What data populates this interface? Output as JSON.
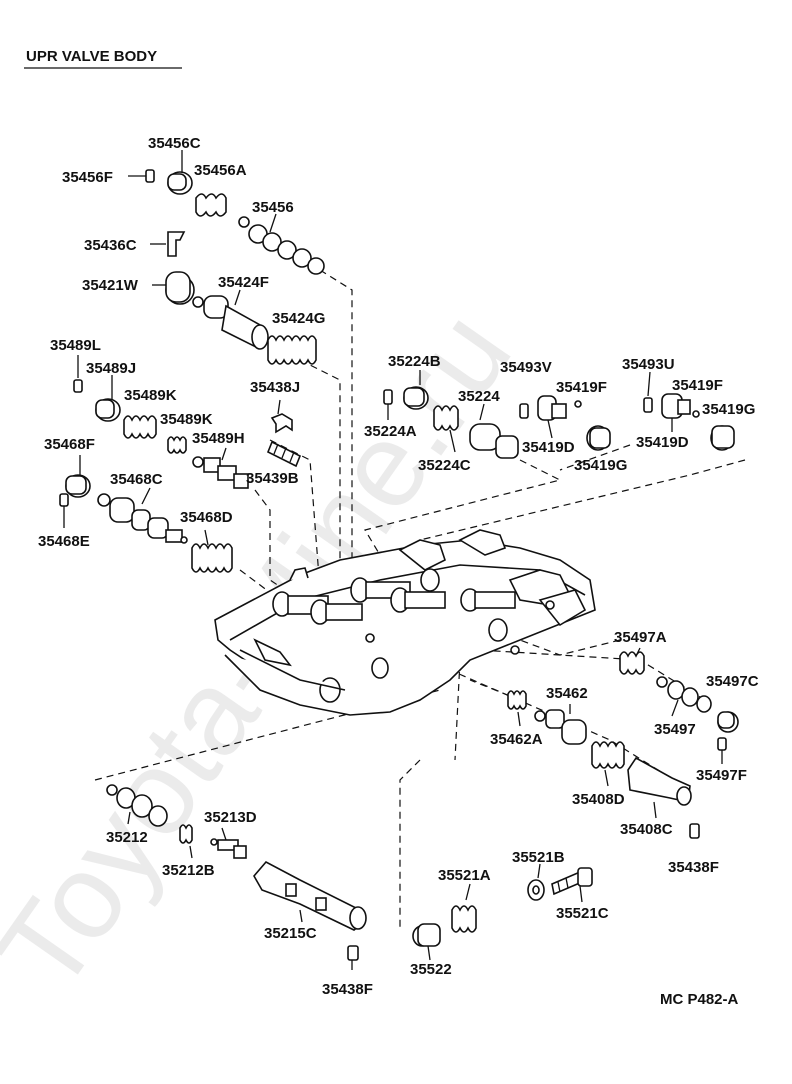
{
  "title": "UPR VALVE  BODY",
  "ref_code": "MC  P482-A",
  "watermark": "Toyota-Mine.ru",
  "parts": [
    {
      "label": "35456C"
    },
    {
      "label": "35456F"
    },
    {
      "label": "35456A"
    },
    {
      "label": "35456"
    },
    {
      "label": "35436C"
    },
    {
      "label": "35421W"
    },
    {
      "label": "35424F"
    },
    {
      "label": "35424G"
    },
    {
      "label": "35489L"
    },
    {
      "label": "35489J"
    },
    {
      "label": "35489K"
    },
    {
      "label": "35489K"
    },
    {
      "label": "35438J"
    },
    {
      "label": "35489H"
    },
    {
      "label": "35468F"
    },
    {
      "label": "35439B"
    },
    {
      "label": "35468C"
    },
    {
      "label": "35468E"
    },
    {
      "label": "35468D"
    },
    {
      "label": "35224B"
    },
    {
      "label": "35224A"
    },
    {
      "label": "35224"
    },
    {
      "label": "35224C"
    },
    {
      "label": "35493V"
    },
    {
      "label": "35419F"
    },
    {
      "label": "35419D"
    },
    {
      "label": "35419G"
    },
    {
      "label": "35493U"
    },
    {
      "label": "35419F"
    },
    {
      "label": "35419G"
    },
    {
      "label": "35419D"
    },
    {
      "label": "35497A"
    },
    {
      "label": "35497C"
    },
    {
      "label": "35497"
    },
    {
      "label": "35462"
    },
    {
      "label": "35462A"
    },
    {
      "label": "35497F"
    },
    {
      "label": "35408D"
    },
    {
      "label": "35408C"
    },
    {
      "label": "35438F"
    },
    {
      "label": "35213D"
    },
    {
      "label": "35212"
    },
    {
      "label": "35212B"
    },
    {
      "label": "35521B"
    },
    {
      "label": "35521A"
    },
    {
      "label": "35521C"
    },
    {
      "label": "35215C"
    },
    {
      "label": "35522"
    },
    {
      "label": "35438F"
    }
  ]
}
